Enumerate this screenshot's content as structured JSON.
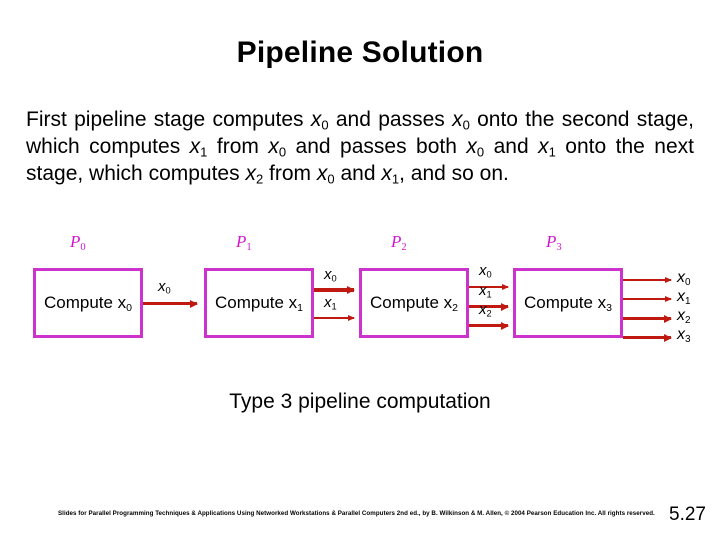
{
  "slide": {
    "title": "Pipeline Solution",
    "body_paragraph": "First pipeline stage computes x0 and passes x0 onto the second stage, which computes x1 from x0 and passes both x0 and x1 onto the next stage, which computes x2 from x0 and x1, and so on.",
    "caption": "Type 3 pipeline computation"
  },
  "colors": {
    "box_border": "#cc33cc",
    "proc_label": "#d017d0",
    "arrow": "#c01a10",
    "text": "#000000",
    "background": "#ffffff"
  },
  "diagram": {
    "type": "pipeline-block-diagram",
    "stages": [
      {
        "proc_label": "P",
        "proc_sub": "0",
        "box_text": "Compute x",
        "box_sub": "0"
      },
      {
        "proc_label": "P",
        "proc_sub": "1",
        "box_text": "Compute x",
        "box_sub": "1"
      },
      {
        "proc_label": "P",
        "proc_sub": "2",
        "box_text": "Compute x",
        "box_sub": "2"
      },
      {
        "proc_label": "P",
        "proc_sub": "3",
        "box_text": "Compute x",
        "box_sub": "3"
      }
    ],
    "flows": [
      {
        "from": "P0",
        "to": "P1",
        "labels": [
          {
            "base": "x",
            "sub": "0"
          }
        ]
      },
      {
        "from": "P1",
        "to": "P2",
        "labels": [
          {
            "base": "x",
            "sub": "0"
          },
          {
            "base": "x",
            "sub": "1"
          }
        ]
      },
      {
        "from": "P2",
        "to": "P3",
        "labels": [
          {
            "base": "x",
            "sub": "0"
          },
          {
            "base": "x",
            "sub": "1"
          },
          {
            "base": "x",
            "sub": "2"
          }
        ]
      }
    ],
    "outputs": [
      {
        "base": "x",
        "sub": "0"
      },
      {
        "base": "x",
        "sub": "1"
      },
      {
        "base": "x",
        "sub": "2"
      },
      {
        "base": "x",
        "sub": "3"
      }
    ]
  },
  "footer": {
    "credit": "Slides for Parallel Programming Techniques & Applications Using Networked Workstations & Parallel Computers 2nd ed., by B. Wilkinson & M. Allen, © 2004 Pearson Education Inc. All rights reserved.",
    "page_number": "5.27"
  }
}
